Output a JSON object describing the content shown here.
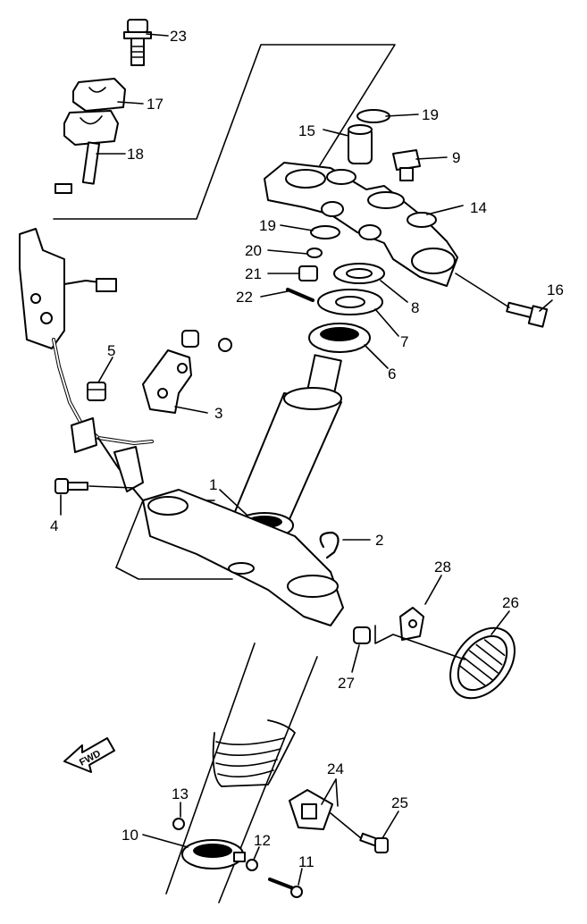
{
  "diagram": {
    "fwd_label": "FWD",
    "callouts": [
      "1",
      "2",
      "3",
      "4",
      "5",
      "6",
      "7",
      "8",
      "9",
      "10",
      "11",
      "12",
      "13",
      "14",
      "15",
      "16",
      "17",
      "18",
      "19",
      "19",
      "20",
      "21",
      "22",
      "23",
      "24",
      "25",
      "26",
      "27",
      "28"
    ]
  }
}
